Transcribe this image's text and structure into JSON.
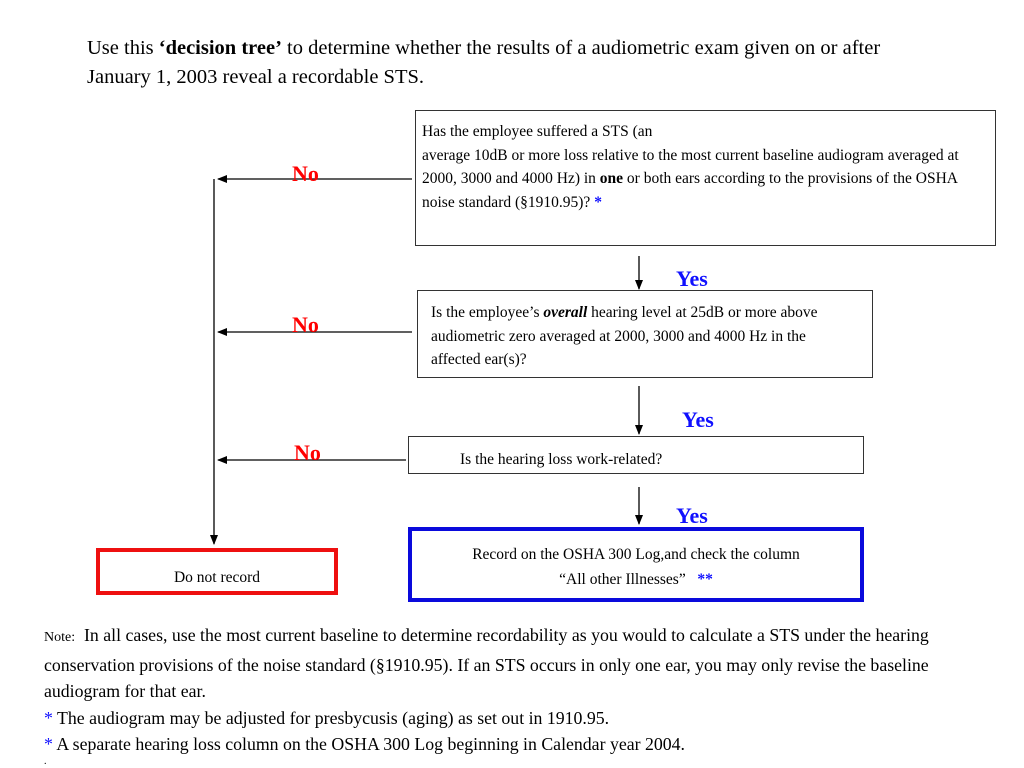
{
  "intro": {
    "before": "Use this ",
    "emphasis": "‘decision tree’",
    "after": " to determine whether the results of a audiometric exam given on or after January 1, 2003 reveal a recordable STS."
  },
  "q1": {
    "line1": "Has the employee suffered a STS (an",
    "line2_pre": "average 10dB or more loss relative to the most current baseline audiogram averaged at 2000, 3000 and 4000 Hz) in ",
    "line2_bold": "one",
    "line2_post": " or both ears according to the provisions of the OSHA noise standard (§1910.95)? ",
    "asterisk": "*"
  },
  "q2": {
    "pre": "Is the employee’s ",
    "bold_italic": "overall",
    "post": " hearing level at 25dB or more above audiometric zero averaged at 2000, 3000 and 4000 Hz in the affected ear(s)?"
  },
  "q3": {
    "text": "Is the hearing loss work-related?"
  },
  "record": {
    "line1": "Record on the OSHA 300 Log,and check the column",
    "line2": "“All other Illnesses”",
    "asterisks": "**"
  },
  "do_not_record": "Do not record",
  "labels": {
    "no": "No",
    "yes": "Yes"
  },
  "note": {
    "prefix": "Note:",
    "text": "In all cases, use the most current baseline to determine recordability as you would to calculate a STS under the hearing conservation provisions of the noise standard (§1910.95).  If an STS  occurs in only one ear, you may only revise the baseline audiogram for that ear.",
    "f1_mark": "*",
    "f1_text": " The audiogram may be adjusted for presbycusis (aging) as set out in 1910.95.",
    "f2_mark": "*",
    "f2_text": " A separate hearing loss column on the OSHA 300 Log beginning in Calendar year 2004.",
    "trailing": "."
  },
  "colors": {
    "no": "#ff0000",
    "yes": "#1010ff",
    "record_border": "#0a0adc",
    "do_not_record_border": "#ee1010"
  }
}
